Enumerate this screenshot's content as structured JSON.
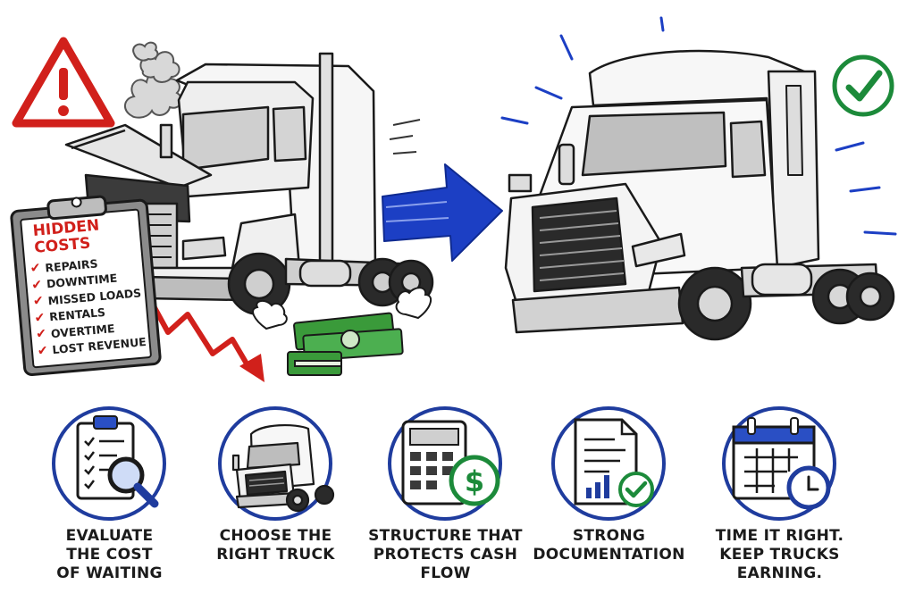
{
  "clipboard": {
    "title_line1": "HIDDEN",
    "title_line2": "COSTS",
    "items": [
      "REPAIRS",
      "DOWNTIME",
      "MISSED LOADS",
      "RENTALS",
      "OVERTIME",
      "LOST REVENUE"
    ]
  },
  "steps": [
    {
      "line1": "EVALUATE",
      "line2": "THE COST",
      "line3": "OF WAITING",
      "icon": "clipboard-magnifier-icon"
    },
    {
      "line1": "CHOOSE THE",
      "line2": "RIGHT TRUCK",
      "line3": "",
      "icon": "truck-icon"
    },
    {
      "line1": "STRUCTURE THAT",
      "line2": "PROTECTS CASH FLOW",
      "line3": "",
      "icon": "calculator-dollar-icon"
    },
    {
      "line1": "STRONG",
      "line2": "DOCUMENTATION",
      "line3": "",
      "icon": "document-check-icon"
    },
    {
      "line1": "TIME IT RIGHT.",
      "line2": "KEEP TRUCKS",
      "line3": "EARNING.",
      "icon": "calendar-clock-icon"
    }
  ],
  "colors": {
    "warning_red": "#d1201b",
    "arrow_blue": "#1c3fc4",
    "ring_blue": "#1f3c9e",
    "success_green": "#1c8a3a",
    "money_green": "#3a9a3a"
  }
}
